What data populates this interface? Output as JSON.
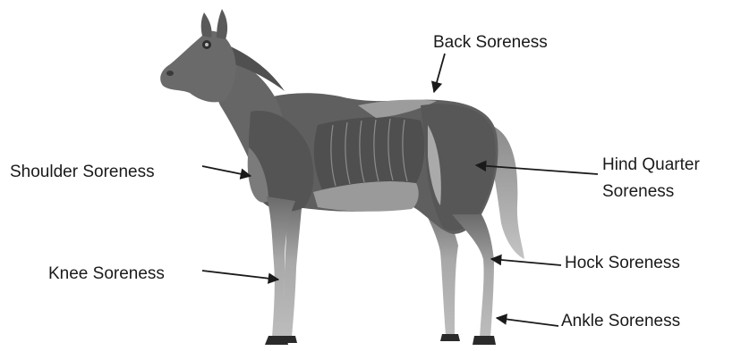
{
  "labels": {
    "back": "Back Soreness",
    "shoulder": "Shoulder Soreness",
    "hind_line1": "Hind Quarter",
    "hind_line2": "Soreness",
    "knee": "Knee Soreness",
    "hock": "Hock Soreness",
    "ankle": "Ankle Soreness"
  },
  "colors": {
    "muscle_dark": "#555555",
    "muscle_mid": "#7a7a7a",
    "muscle_light": "#a8a8a8",
    "leg_light": "#b5b5b5",
    "hoof": "#2a2a2a",
    "arrow": "#1a1a1a",
    "text": "#1a1a1a"
  }
}
